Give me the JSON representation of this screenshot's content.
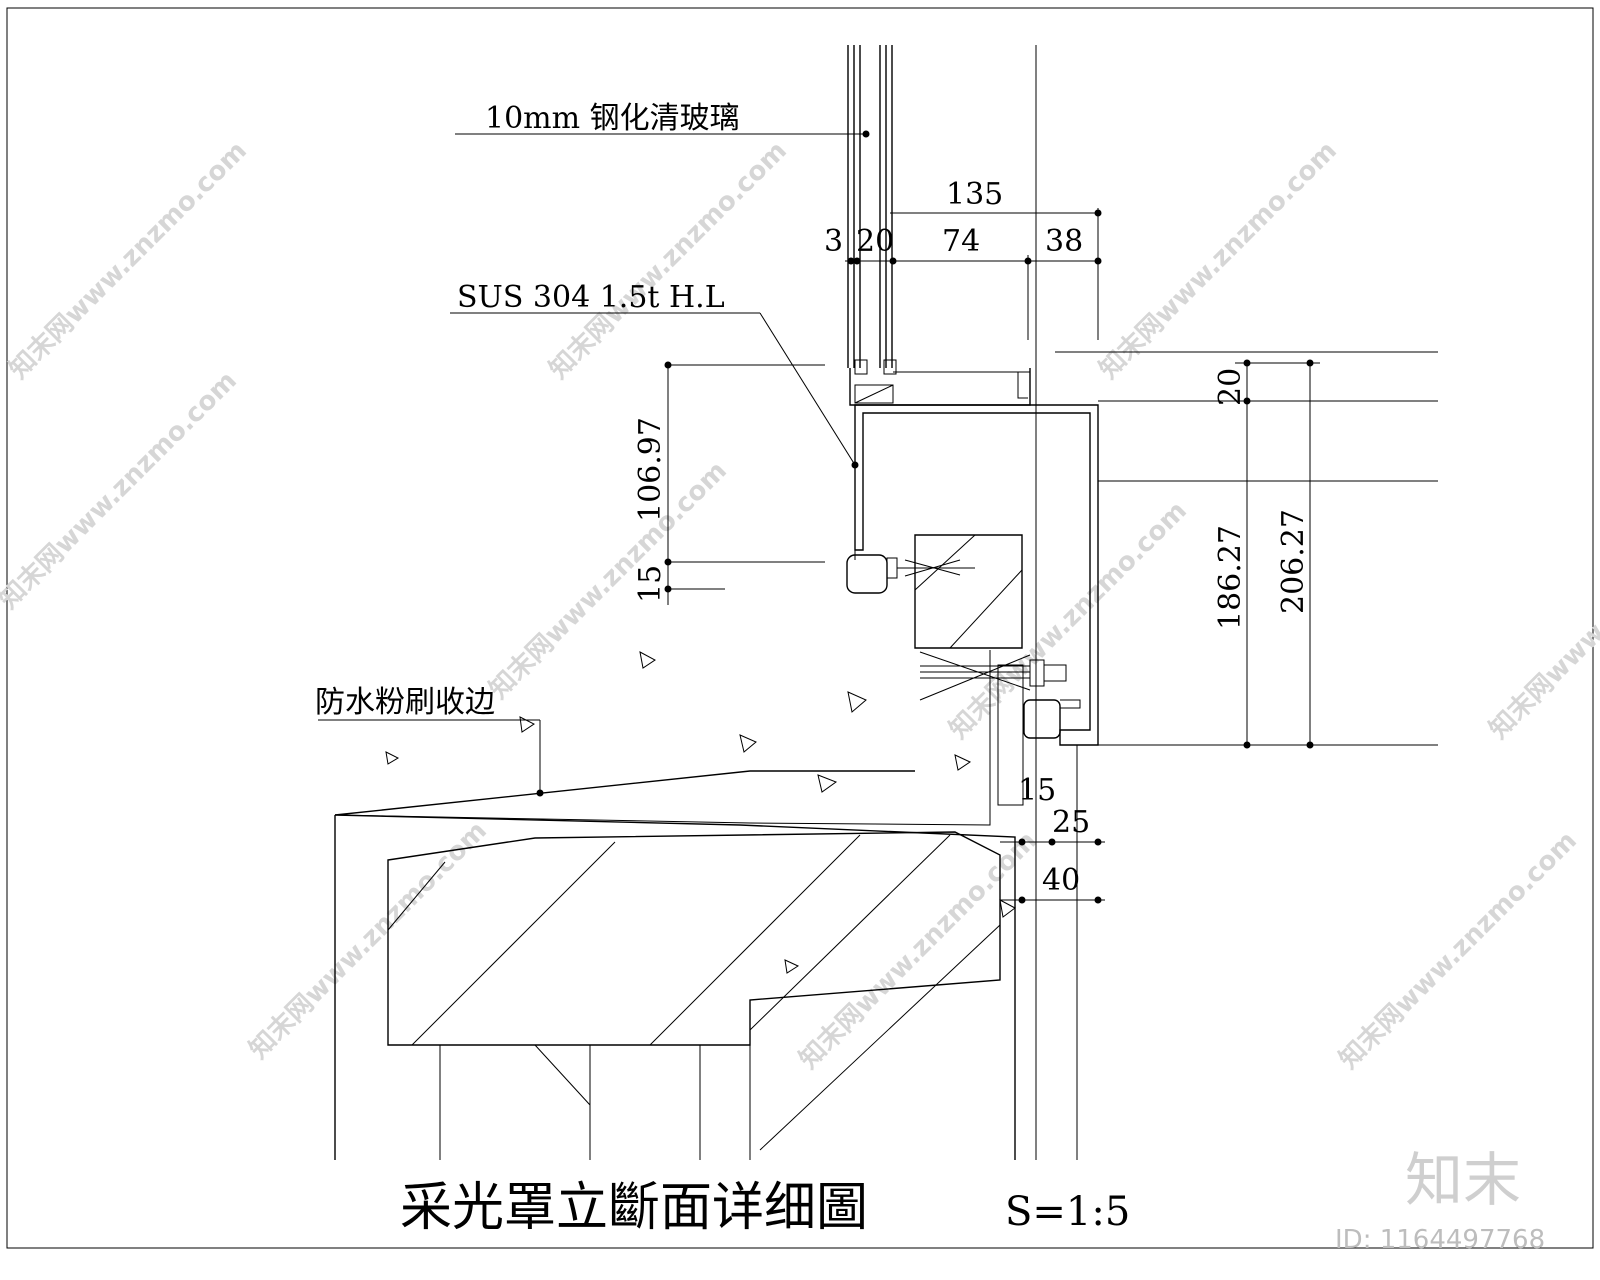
{
  "labels": {
    "glass": "10mm 钢化清玻璃",
    "steel": "SUS 304 1.5t H.L",
    "waterproof": "防水粉刷收边"
  },
  "dimensions": {
    "total_width": "135",
    "seg_3": "3",
    "seg_20": "20",
    "seg_74": "74",
    "seg_38": "38",
    "height_left": "106.97",
    "height_left_small": "15",
    "right_20": "20",
    "right_186": "186.27",
    "right_206": "206.27",
    "bottom_15": "15",
    "bottom_25": "25",
    "bottom_40": "40"
  },
  "title": {
    "main": "采光罩立斷面详细圖",
    "scale": "S=1:5"
  },
  "watermark": {
    "text": "知末网www.znzmo.com",
    "logo": "知末",
    "id": "ID: 1164497768"
  }
}
